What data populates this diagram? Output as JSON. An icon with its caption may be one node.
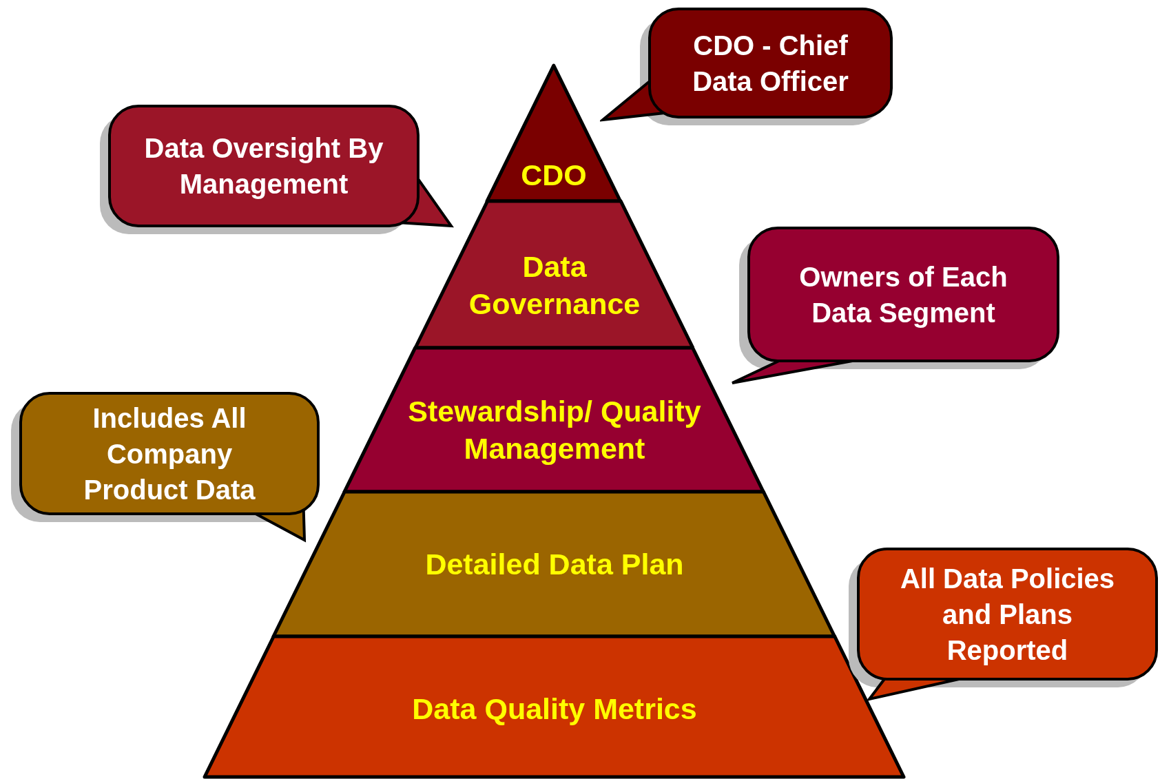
{
  "diagram": {
    "nodes": [
      {
        "text": [
          "CDO"
        ]
      },
      {
        "text": [
          "Data Governance"
        ]
      },
      {
        "text": [
          "Stewardship/ Quality Management"
        ]
      },
      {
        "text": [
          "Detailed Data Plan"
        ]
      },
      {
        "text": [
          "Data Quality Metrics"
        ]
      },
      {
        "text": [
          "CDO - Chief Data Officer"
        ]
      },
      {
        "text": [
          "Data Oversight By Management"
        ]
      },
      {
        "text": [
          "Owners of Each Data Segment"
        ]
      },
      {
        "text": [
          "Includes All Company Product Data"
        ]
      },
      {
        "text": [
          "All Data Policies and Plans Reported"
        ]
      }
    ]
  }
}
